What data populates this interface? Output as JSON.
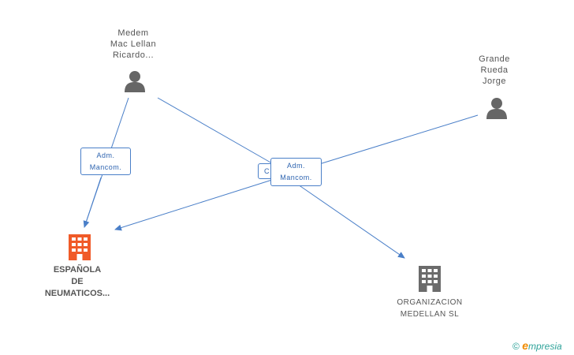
{
  "nodes": {
    "medem": {
      "lines": [
        "Medem",
        "Mac Lellan",
        "Ricardo..."
      ]
    },
    "grande": {
      "lines": [
        "Grande",
        "Rueda",
        "Jorge"
      ]
    },
    "espanola": {
      "lines": [
        "ESPAÑOLA",
        "DE",
        "NEUMATICOS..."
      ]
    },
    "organizacion": {
      "lines": [
        "ORGANIZACION",
        "MEDELLAN SL"
      ]
    }
  },
  "edge_labels": {
    "left": {
      "lines": [
        "Adm.",
        "Mancom."
      ]
    },
    "center_hidden": {
      "text": "C"
    },
    "center": {
      "lines": [
        "Adm.",
        "Mancom."
      ]
    }
  },
  "colors": {
    "edge": "#4a7fc8",
    "person_icon": "#666666",
    "company_main": "#f05a28",
    "company_other": "#6b6b6b"
  },
  "footer": {
    "copyright": "©",
    "brand_initial": "e",
    "brand_rest": "mpresia"
  }
}
